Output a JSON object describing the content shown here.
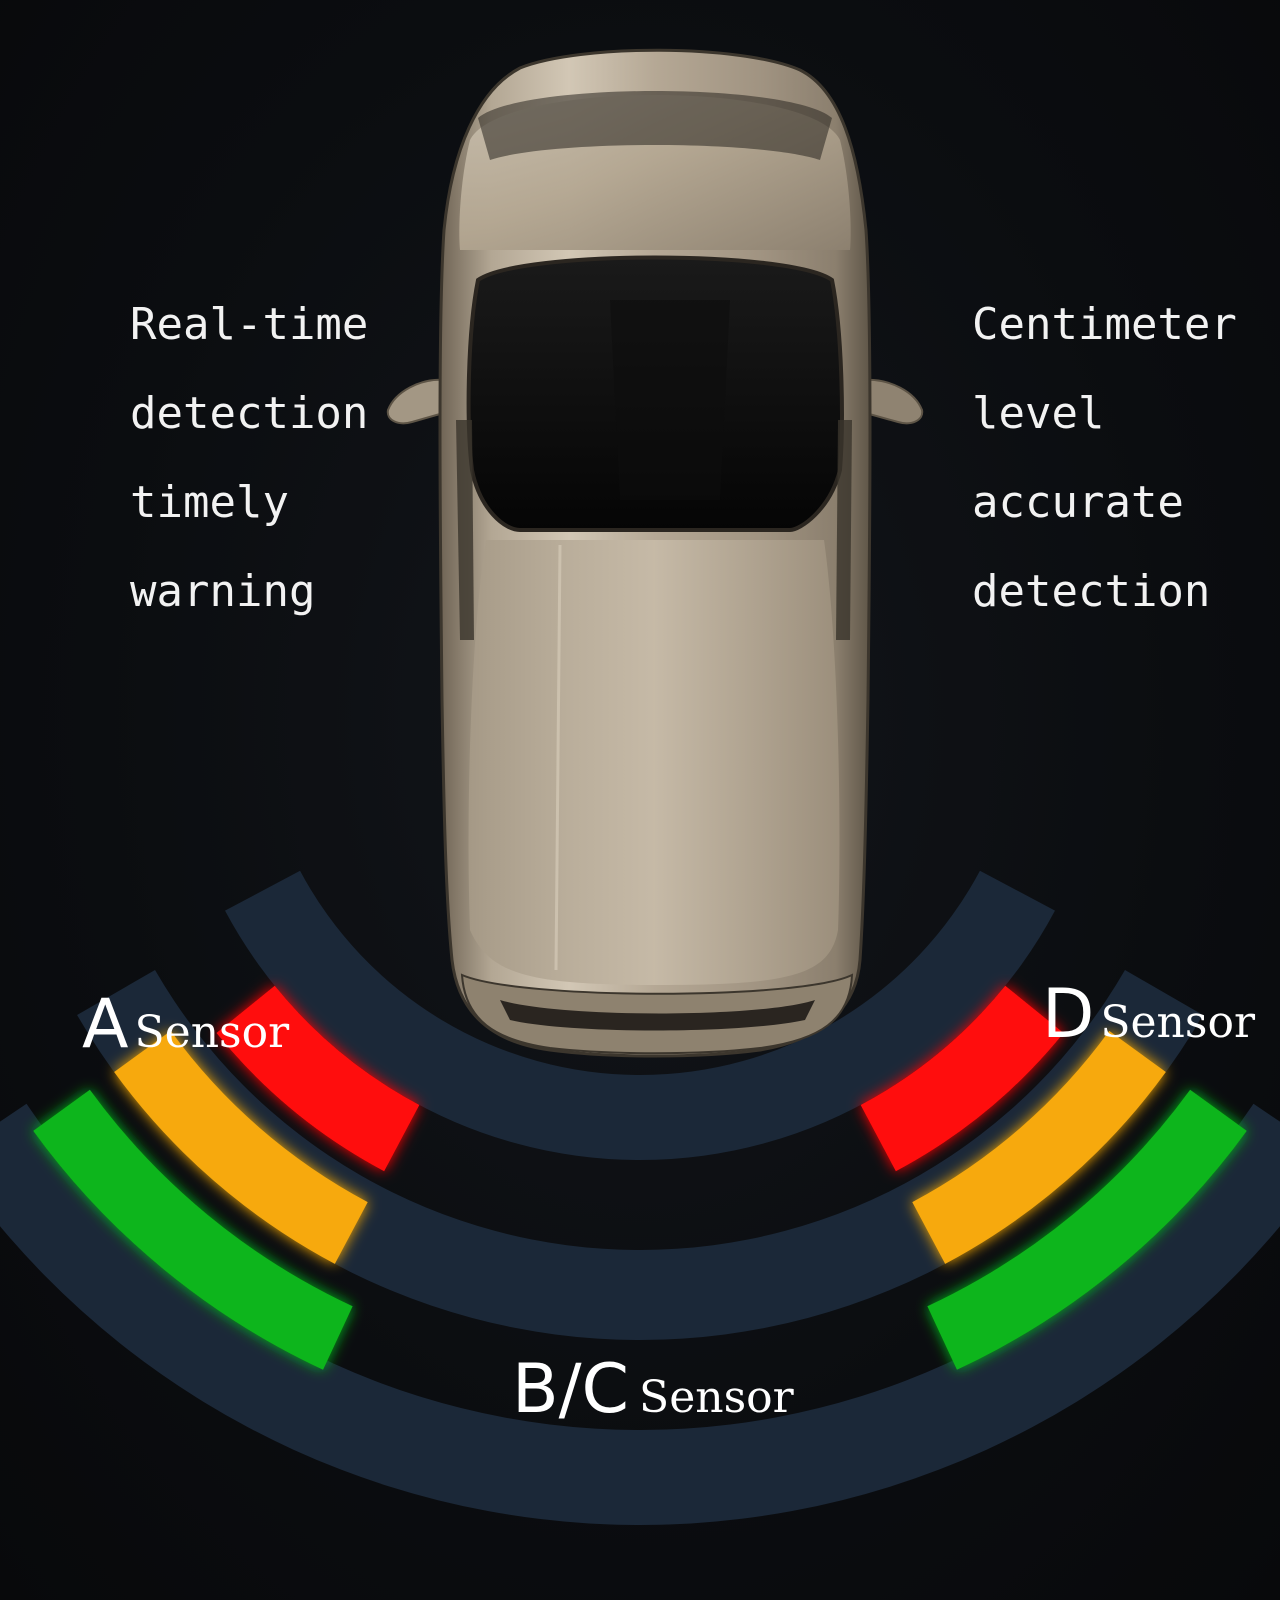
{
  "features": {
    "left": [
      "Real-time",
      "detection",
      "timely",
      "warning"
    ],
    "right": [
      "Centimeter",
      "level",
      "accurate",
      "detection"
    ]
  },
  "sensors": {
    "a": {
      "letter": "A",
      "word": "Sensor"
    },
    "d": {
      "letter": "D",
      "word": "Sensor"
    },
    "bc": {
      "letter": "B/C",
      "word": "Sensor"
    }
  },
  "colors": {
    "background": "#0b0d10",
    "arc_band": "#1b2838",
    "near": "#ff0a0a",
    "mid": "#f7a90f",
    "far": "#10b51a",
    "car_body": "#a89b88"
  }
}
